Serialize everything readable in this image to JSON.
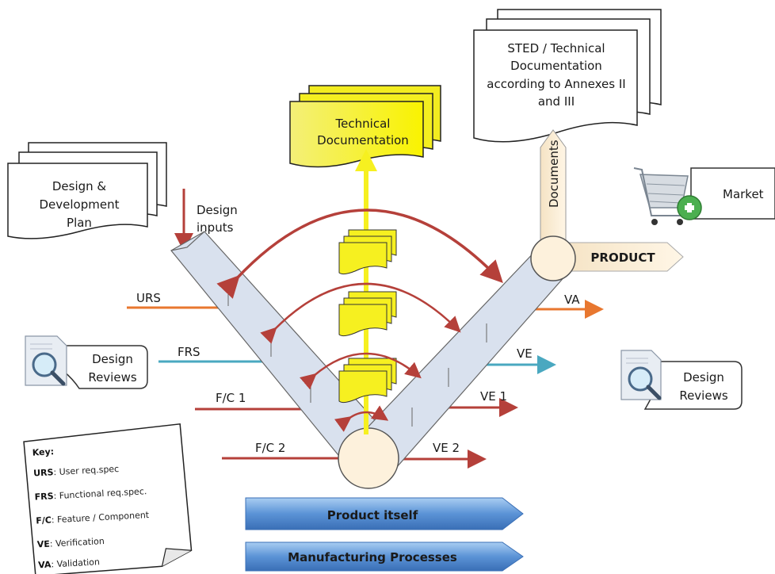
{
  "documents": {
    "technical_documentation": [
      "Technical",
      "Documentation"
    ],
    "sted": [
      "STED / Technical",
      "Documentation",
      "according to Annexes II",
      "and III"
    ],
    "design_plan": [
      "Design &",
      "Development",
      "Plan"
    ]
  },
  "labels": {
    "design_inputs": [
      "Design",
      "inputs"
    ],
    "documents": "Documents",
    "product": "PRODUCT",
    "market": "Market",
    "design_reviews_left": [
      "Design",
      "Reviews"
    ],
    "design_reviews_right": [
      "Design",
      "Reviews"
    ]
  },
  "left_arm": [
    "URS",
    "FRS",
    "F/C 1",
    "F/C 2"
  ],
  "right_arm": [
    "VA",
    "VE",
    "VE 1",
    "VE 2"
  ],
  "banners": [
    "Product itself",
    "Manufacturing Processes"
  ],
  "key": {
    "title": "Key:",
    "items": [
      {
        "abbr": "URS",
        "text": ": User req.spec"
      },
      {
        "abbr": "FRS",
        "text": ": Functional req.spec."
      },
      {
        "abbr": "F/C",
        "text": ": Feature / Component"
      },
      {
        "abbr": "VE",
        "text": ": Verification"
      },
      {
        "abbr": "VA",
        "text": ": Validation"
      }
    ]
  },
  "colors": {
    "arrow_red": "#b5403a",
    "urs_orange": "#e8772f",
    "frs_teal": "#4aa8c0",
    "arm_fill": "#d9e1ee",
    "doc_yellow": "#f6f020",
    "banner_blue": "#5b93d6"
  }
}
